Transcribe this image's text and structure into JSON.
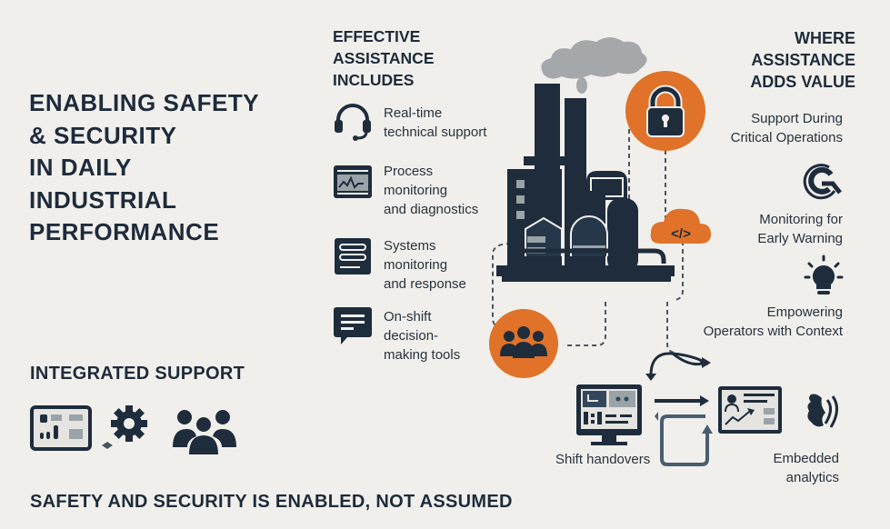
{
  "colors": {
    "navy": "#1e2c3c",
    "orange": "#e0722a",
    "smoke": "#a5a8ab",
    "background": "#f1efeb",
    "panel_gray": "#9aa3a8"
  },
  "title": {
    "lines": [
      "ENABLING SAFETY",
      "& SECURITY",
      "IN DAILY",
      "INDUSTRIAL",
      "PERFORMANCE"
    ]
  },
  "effective_assistance": {
    "heading": [
      "EFFECTIVE",
      "ASSISTANCE",
      "INCLUDES"
    ],
    "items": [
      {
        "icon": "headset-icon",
        "lines": [
          "Real-time",
          "technical support"
        ]
      },
      {
        "icon": "monitor-waveform-icon",
        "lines": [
          "Process",
          "monitoring",
          "and diagnostics"
        ]
      },
      {
        "icon": "server-icon",
        "lines": [
          "Systems",
          "monitoring",
          "and response"
        ]
      },
      {
        "icon": "chat-bubble-icon",
        "lines": [
          "On-shift",
          "decision-",
          "making tools"
        ]
      }
    ]
  },
  "where_value": {
    "heading": [
      "WHERE",
      "ASSISTANCE",
      "ADDS VALUE"
    ],
    "items": [
      {
        "icon": "none",
        "lines": [
          "Support During",
          "Critical Operations"
        ]
      },
      {
        "icon": "search-gauge-icon",
        "lines": [
          "Monitoring for",
          "Early Warning"
        ]
      },
      {
        "icon": "lightbulb-icon",
        "lines": [
          "Empowering",
          "Operators with Context"
        ]
      }
    ]
  },
  "center": {
    "factory": "factory-icon",
    "nodes": [
      "lock-icon",
      "cloud-code-icon",
      "team-icon"
    ]
  },
  "workflow": {
    "shift_handovers": "Shift handovers",
    "embedded_analytics": [
      "Embedded",
      "analytics"
    ]
  },
  "integrated_support": {
    "heading": "INTEGRATED SUPPORT",
    "icons": [
      "dashboard-icon",
      "gear-icon",
      "team-icon"
    ]
  },
  "footer": "SAFETY AND SECURITY IS ENABLED, NOT ASSUMED"
}
